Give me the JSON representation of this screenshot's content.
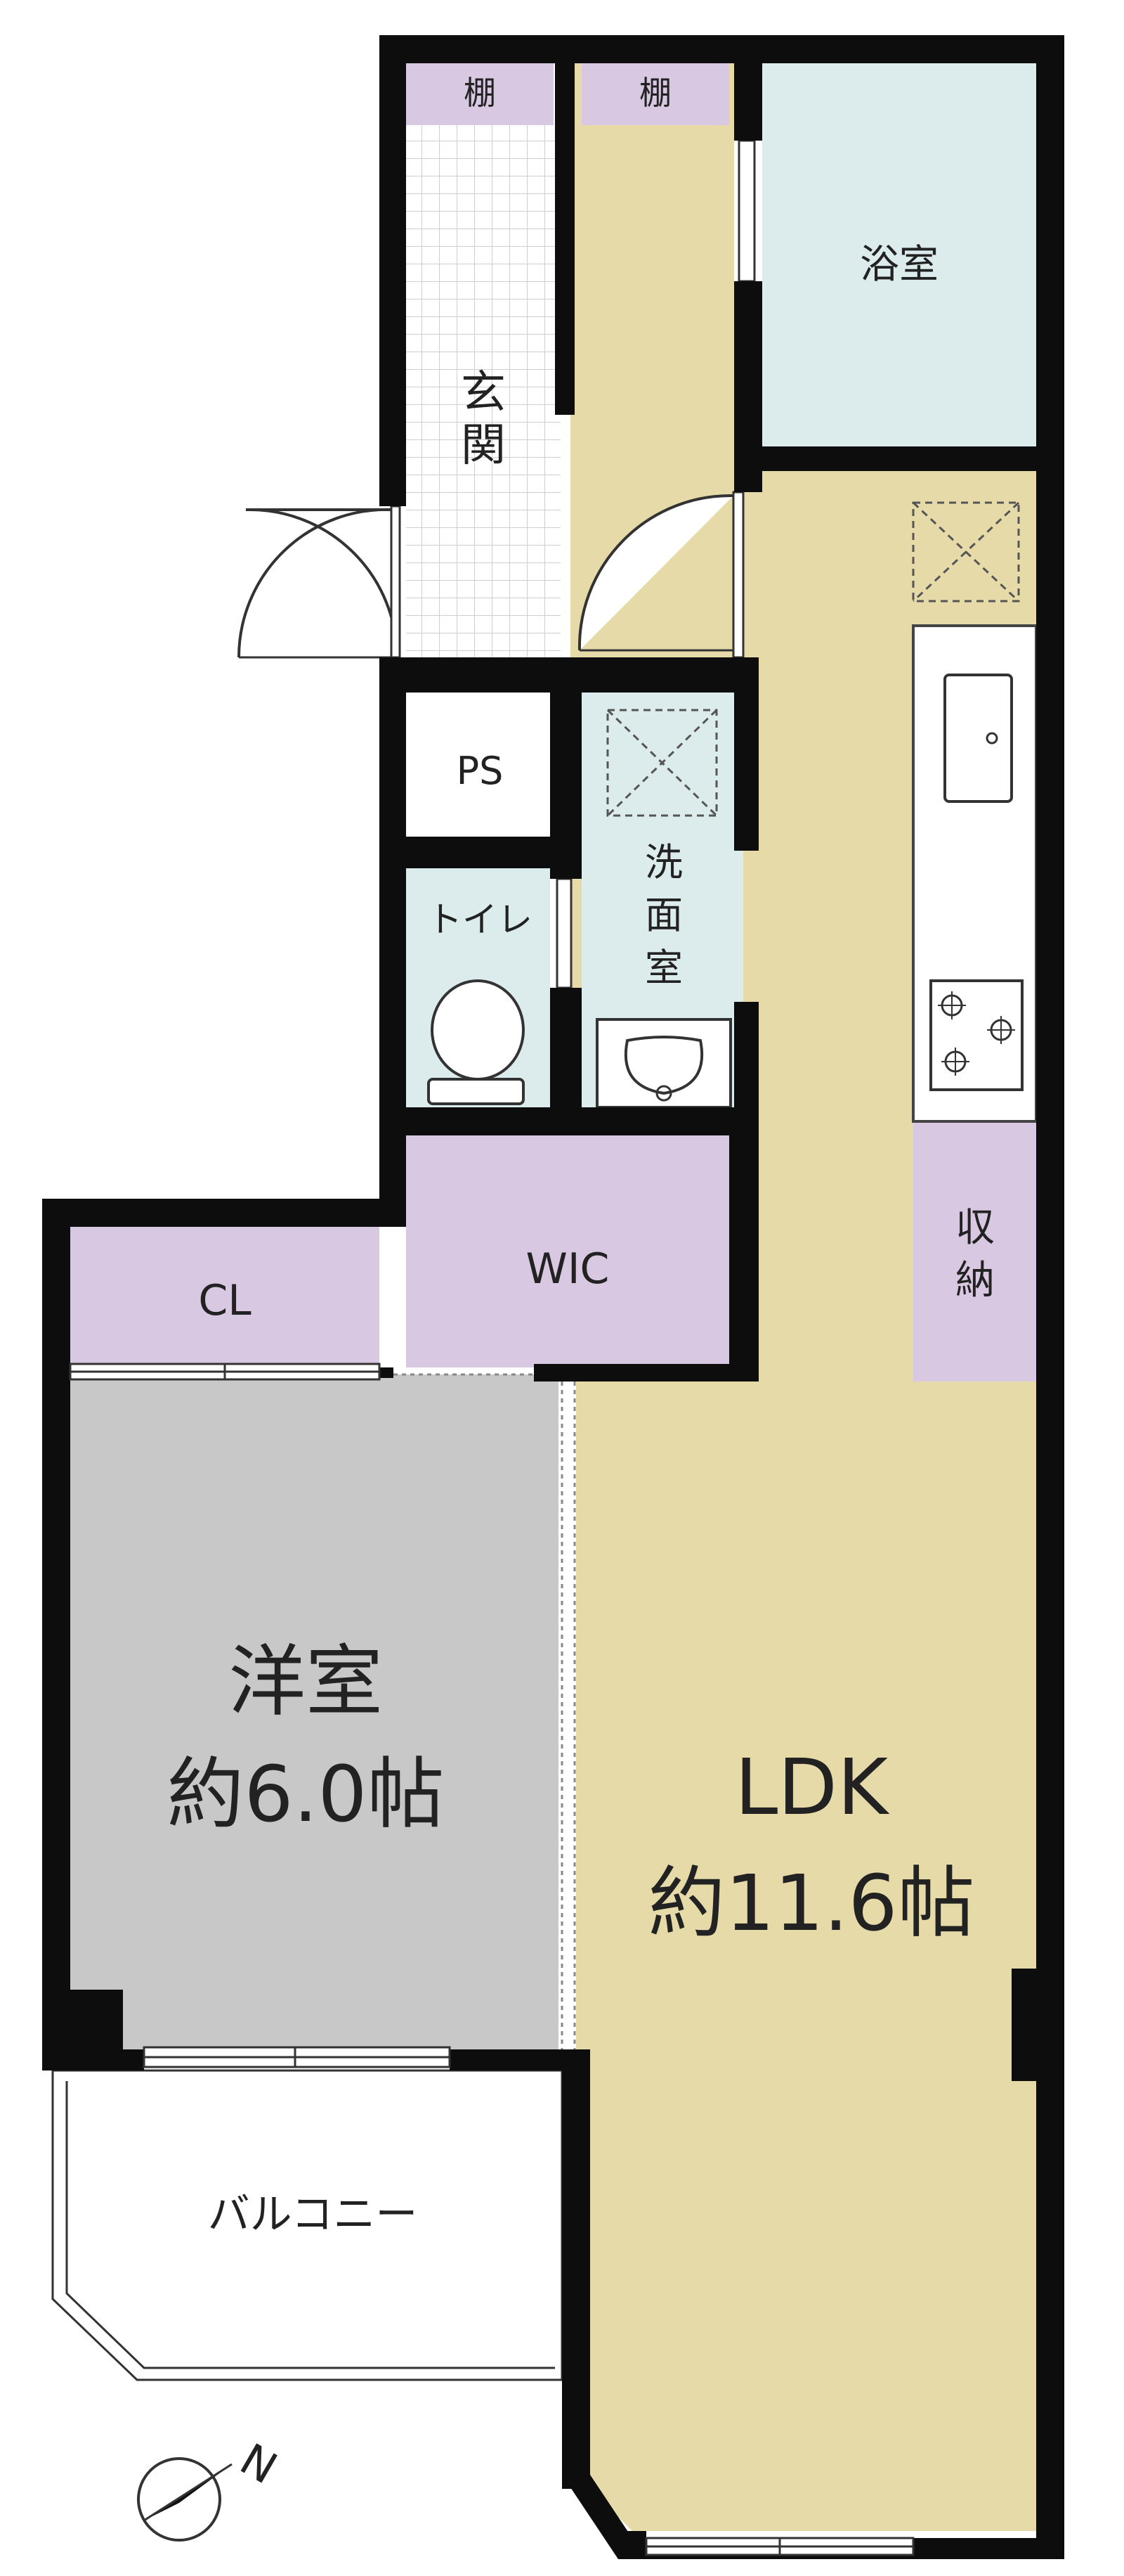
{
  "colors": {
    "wall": "#0d0d0d",
    "ldk_floor": "#e6dba8",
    "western_room_floor": "#c8c8c8",
    "storage": "#d9c8e2",
    "wet_area": "#dcebeb",
    "entrance_tile": "#ffffff",
    "entrance_grid": "#cfcfcf",
    "balcony": "#ffffff"
  },
  "rooms": {
    "shelf_1": "棚",
    "shelf_2": "棚",
    "bathroom": "浴室",
    "entrance_line1": "玄",
    "entrance_line2": "関",
    "ps": "PS",
    "toilet": "トイレ",
    "washroom_line1": "洗",
    "washroom_line2": "面",
    "washroom_line3": "室",
    "wic": "WIC",
    "cl": "CL",
    "storage_line1": "収",
    "storage_line2": "納",
    "western_room_name": "洋室",
    "western_room_size": "約6.0帖",
    "ldk_name": "LDK",
    "ldk_size": "約11.6帖",
    "balcony": "バルコニー"
  },
  "compass": {
    "north_label": "N",
    "icon": "north-arrow-icon"
  }
}
